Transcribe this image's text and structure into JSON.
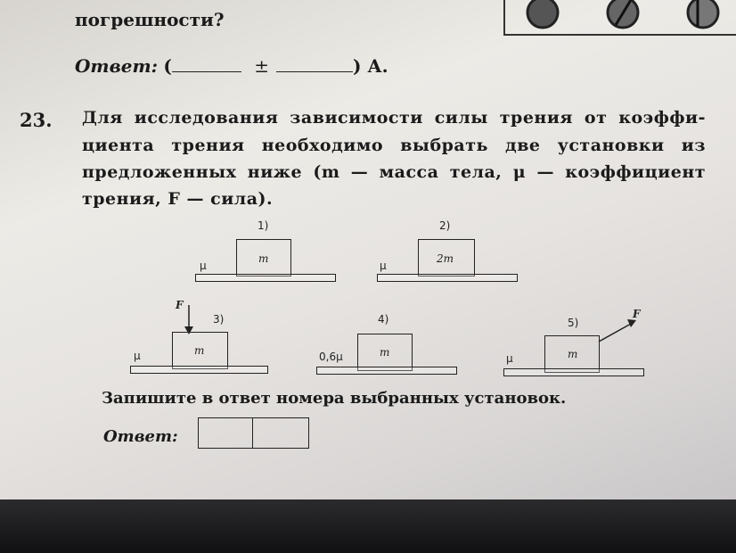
{
  "previous_task": {
    "line": "погрешности?",
    "answer_label": "Ответ:",
    "answer_open": "(",
    "answer_plusminus": "±",
    "answer_close": ") А."
  },
  "task": {
    "number": "23.",
    "lines": [
      "Для исследования зависимости силы трения от коэффи-",
      "циента трения необходимо выбрать две установки из",
      "предложенных ниже (m — масса тела, μ — коэффициент",
      "трения, F — сила)."
    ],
    "instruction": "Запишите в ответ номера выбранных установок.",
    "answer_label": "Ответ:"
  },
  "setups": [
    {
      "label": "1)",
      "mass": "m",
      "friction": "μ"
    },
    {
      "label": "2)",
      "mass": "2m",
      "friction": "μ"
    },
    {
      "label": "3)",
      "mass": "m",
      "friction": "μ",
      "force": "F"
    },
    {
      "label": "4)",
      "mass": "m",
      "friction": "0,6μ"
    },
    {
      "label": "5)",
      "mass": "m",
      "friction": "μ",
      "force": "F"
    }
  ]
}
